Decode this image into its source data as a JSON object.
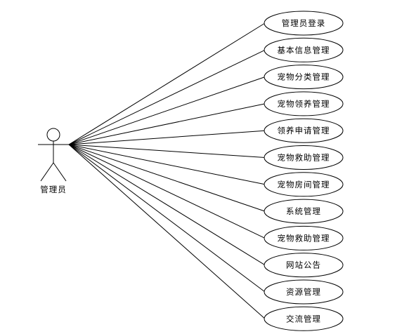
{
  "actor": {
    "label": "管理员"
  },
  "use_cases": [
    {
      "label": "管理员登录"
    },
    {
      "label": "基本信息管理"
    },
    {
      "label": "宠物分类管理"
    },
    {
      "label": "宠物领养管理"
    },
    {
      "label": "领养申请管理"
    },
    {
      "label": "宠物救助管理"
    },
    {
      "label": "宠物房间管理"
    },
    {
      "label": "系统管理"
    },
    {
      "label": "宠物救助管理"
    },
    {
      "label": "网站公告"
    },
    {
      "label": "资源管理"
    },
    {
      "label": "交流管理"
    }
  ],
  "colors": {
    "stroke": "#000000",
    "background": "#ffffff"
  }
}
